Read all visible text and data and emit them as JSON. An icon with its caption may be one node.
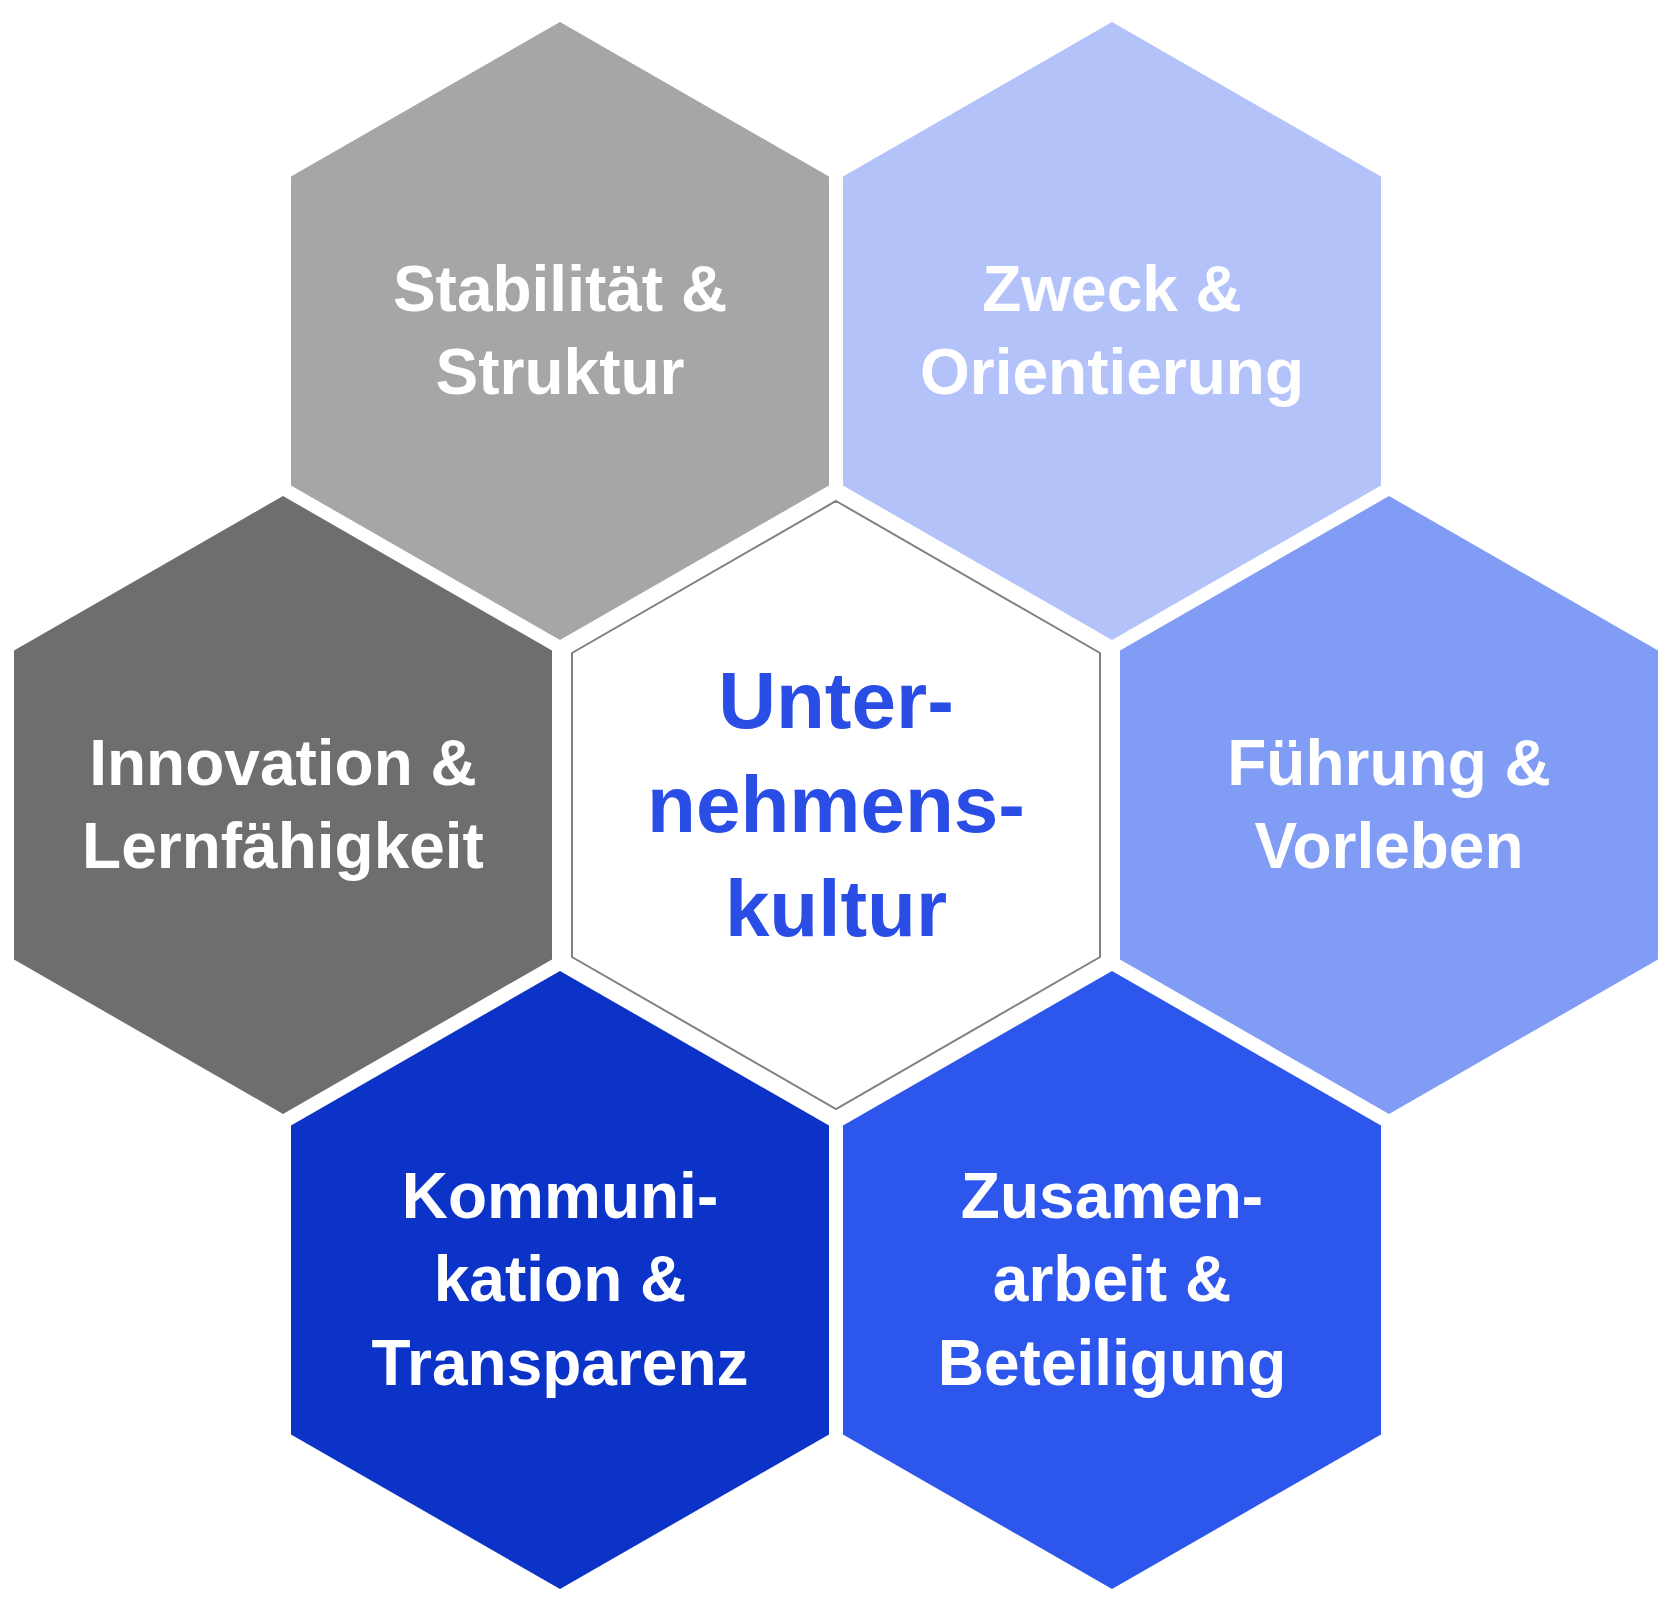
{
  "diagram": {
    "nodes": [
      {
        "text": [
          "Stabilität & Struktur"
        ]
      },
      {
        "text": [
          "Zweck & Orientierung"
        ]
      },
      {
        "text": [
          "Innovation & Lernfähigkeit"
        ]
      },
      {
        "text": [
          "Unter- nehmens- kultur"
        ]
      },
      {
        "text": [
          "Führung & Vorleben"
        ]
      },
      {
        "text": [
          "Kommuni- kation & Transparenz"
        ]
      },
      {
        "text": [
          "Zusamen- arbeit & Beteiligung"
        ]
      }
    ]
  }
}
